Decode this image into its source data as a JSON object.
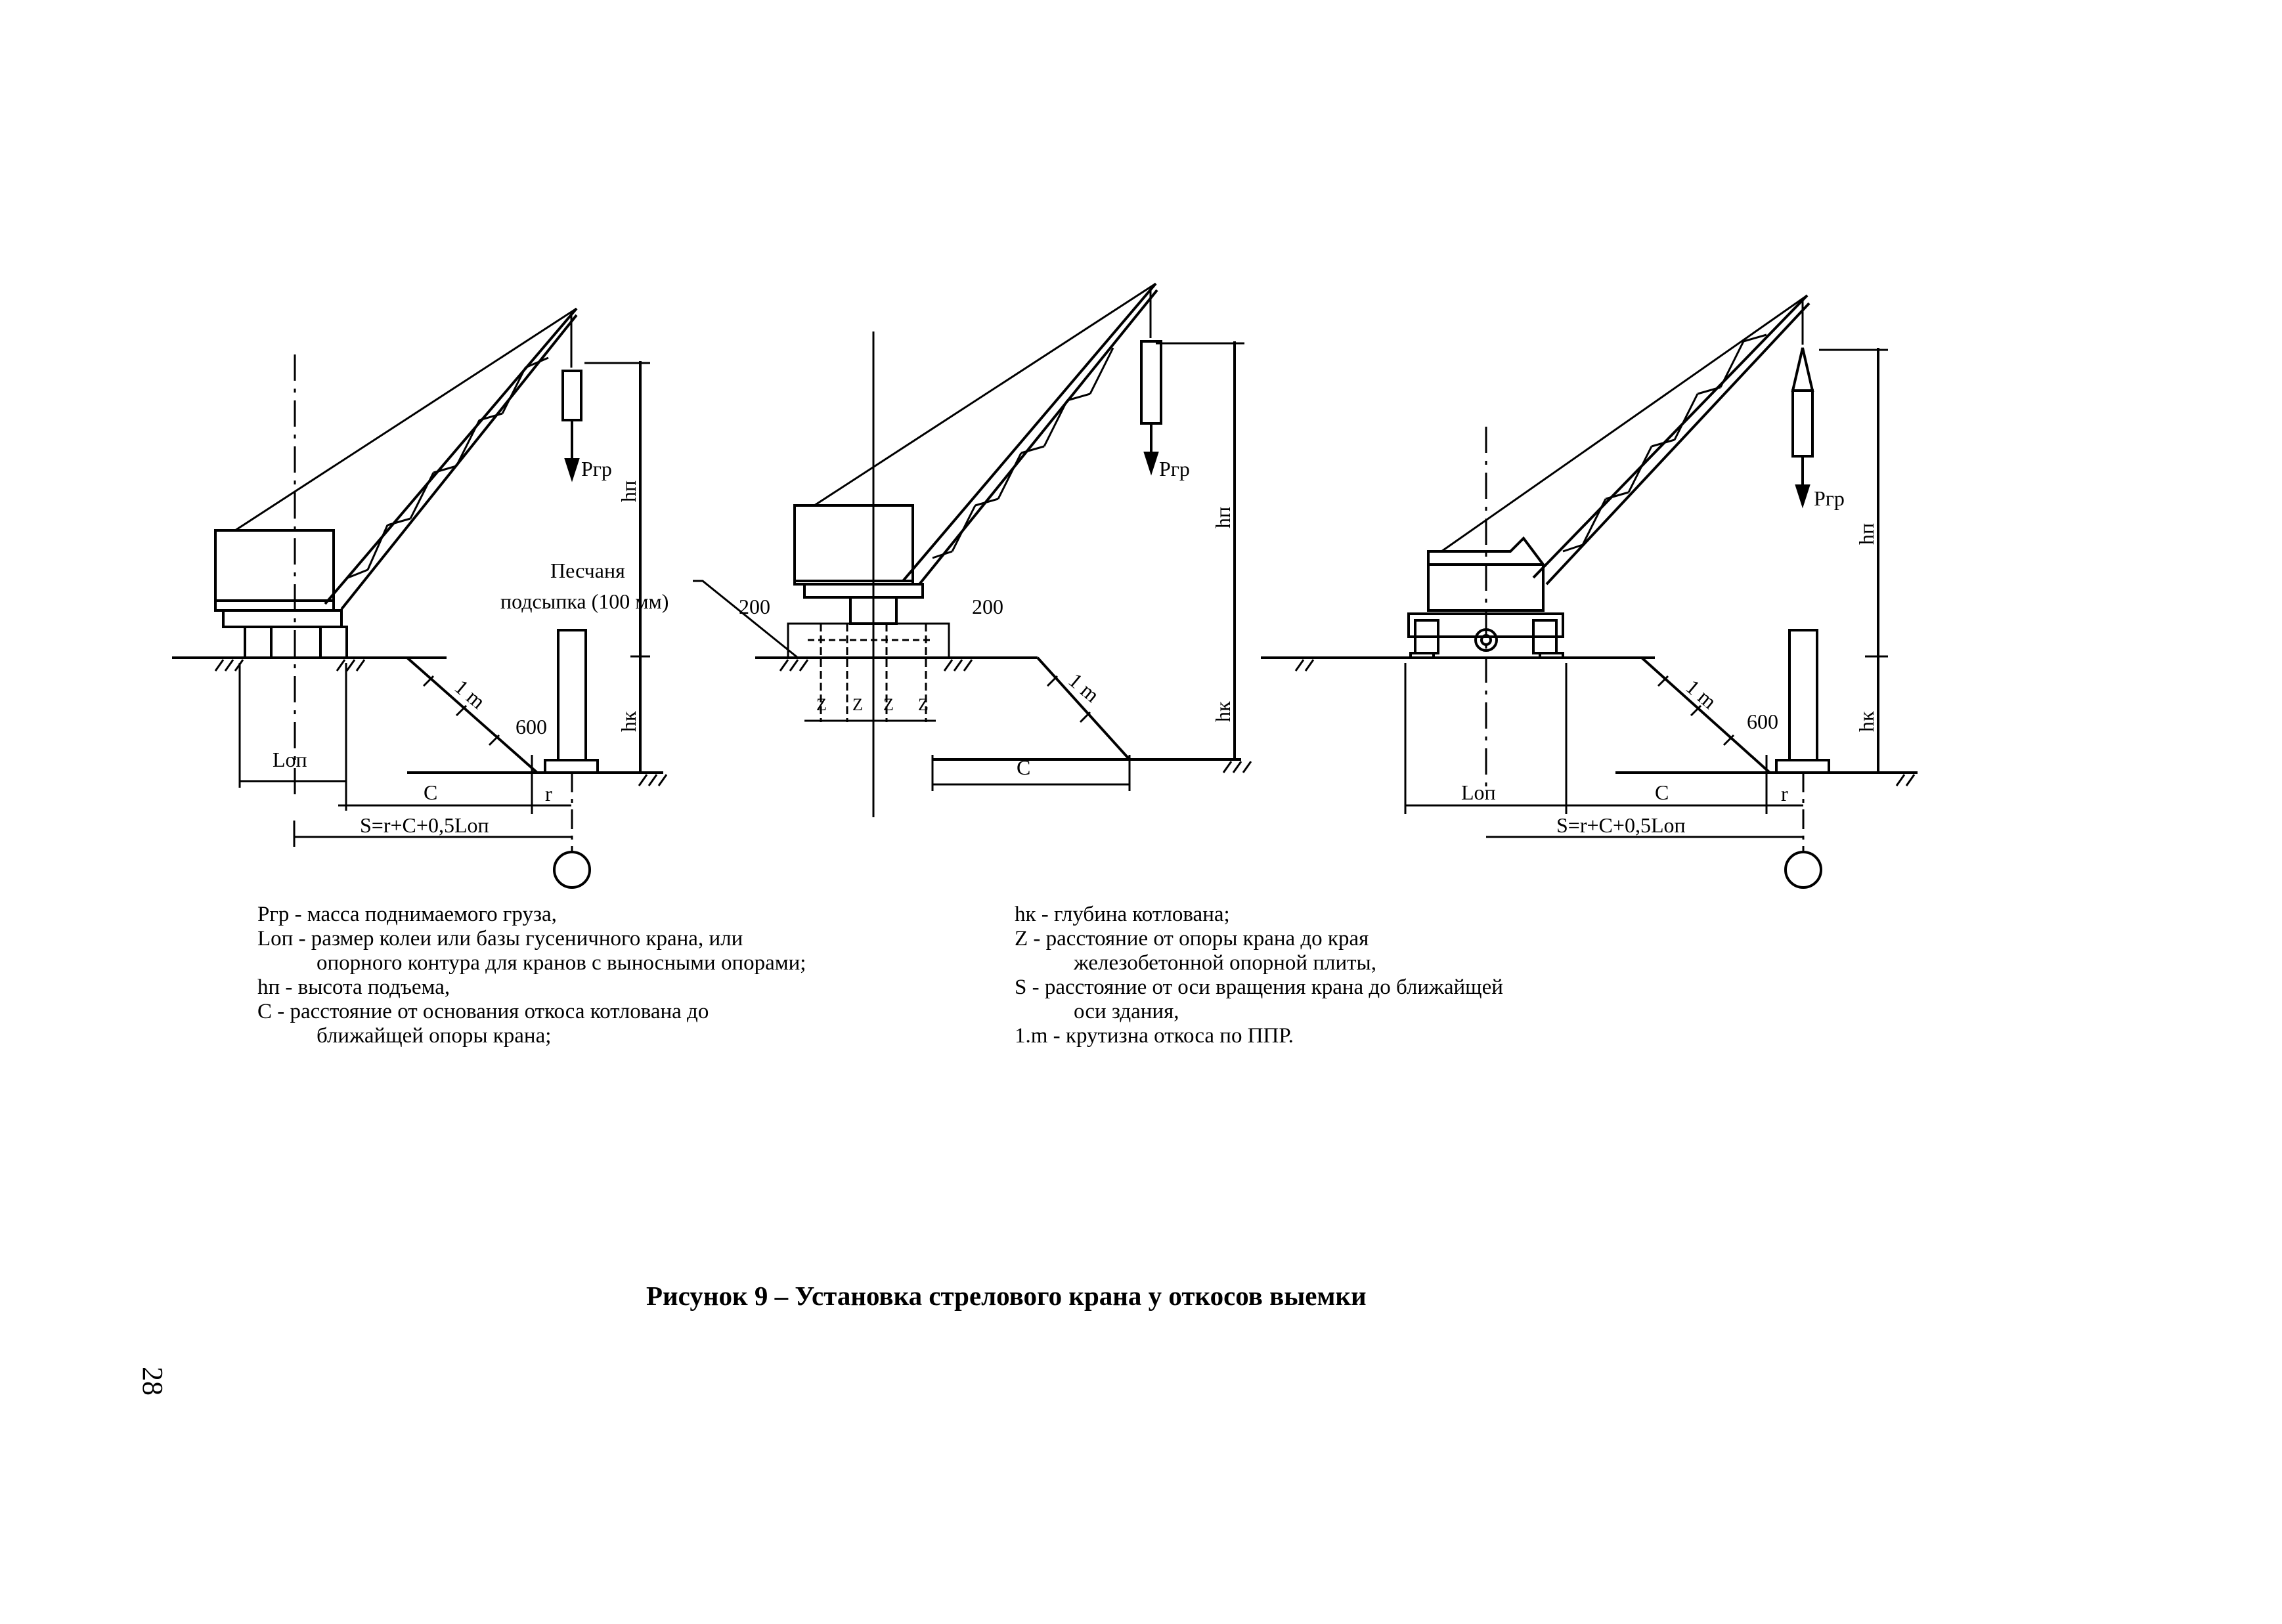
{
  "diagram": {
    "labels": {
      "load": "Ргр",
      "lift_height": "hп",
      "pit_depth": "hк",
      "slope": "1 m",
      "dist_c": "С",
      "dist_r": "r",
      "base": "Lоп",
      "offset_600": "600",
      "formula": "S=r+С+0,5Lоп",
      "sand_line1": "Песчаня",
      "sand_line2": "подсыпка (100 мм)",
      "plate_200": "200",
      "z": "Z"
    }
  },
  "legend": {
    "left": [
      {
        "text": "Ргр  - масса поднимаемого груза,",
        "indent": false
      },
      {
        "text": "Lоп - размер колеи или базы гусеничного крана, или",
        "indent": false
      },
      {
        "text": "опорного контура для кранов с выносными опорами;",
        "indent": true
      },
      {
        "text": "hп - высота подъема,",
        "indent": false
      },
      {
        "text": "С - расстояние от основания откоса котлована до",
        "indent": false
      },
      {
        "text": "ближайщей опоры крана;",
        "indent": true
      }
    ],
    "right": [
      {
        "text": "hк - глубина котлована;",
        "indent": false
      },
      {
        "text": "Z - расстояние от опоры крана до края",
        "indent": false
      },
      {
        "text": "железобетонной опорной плиты,",
        "indent": true
      },
      {
        "text": "S - расстояние от оси вращения крана до ближайщей",
        "indent": false
      },
      {
        "text": "оси здания,",
        "indent": true
      },
      {
        "text": "1.m - крутизна откоса по ППР.",
        "indent": false
      }
    ]
  },
  "caption": "Рисунок 9 – Установка стрелового крана у откосов выемки",
  "page_number": "28"
}
